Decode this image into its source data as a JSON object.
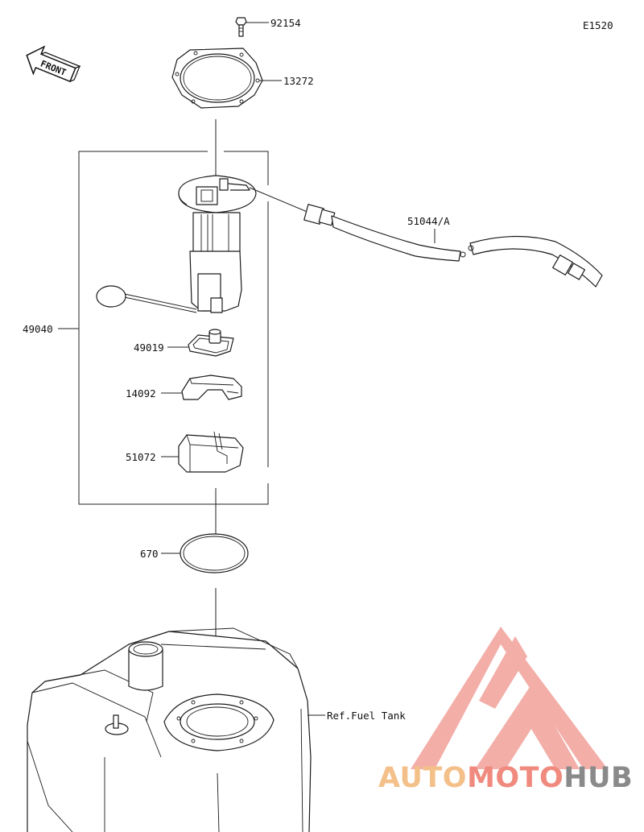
{
  "diagram_code": "E1520",
  "front_label": "FRONT",
  "parts": {
    "bolt": "92154",
    "gasket_plate": "13272",
    "pump_assy": "49040",
    "filter": "49019",
    "cover": "14092",
    "holder": "51072",
    "o_ring": "670",
    "hose": "51044/A",
    "tank_ref": "Ref.Fuel Tank"
  },
  "watermark": {
    "auto": "AUTO",
    "moto": "MOTO",
    "hub": "HUB",
    "colors": {
      "auto": "#f4c08a",
      "moto": "#f08a7e",
      "hub": "#8a8a8a",
      "triangle": "#f2a09a"
    }
  }
}
